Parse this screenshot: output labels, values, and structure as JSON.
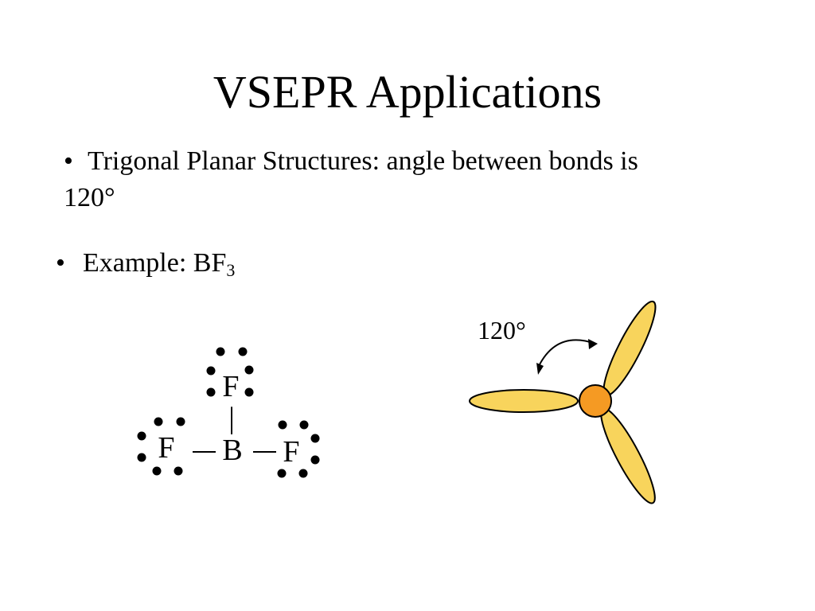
{
  "slide": {
    "title": "VSEPR Applications"
  },
  "bullets": [
    {
      "marker": "•",
      "text": "Trigonal Planar Structures:  angle between bonds is 120°"
    },
    {
      "marker": "•",
      "text_prefix": "Example:  BF",
      "text_subscript": "3"
    }
  ],
  "lewis_structure": {
    "central_atom": "B",
    "top_atom": "F",
    "left_atom": "F",
    "right_atom": "F",
    "vertical_bond": "|",
    "left_bond": "—",
    "right_bond": "—"
  },
  "orbital_diagram": {
    "angle_label": "120°",
    "lobe_color": "#F8D45C",
    "center_color": "#F59A23",
    "outline_color": "#000000"
  }
}
